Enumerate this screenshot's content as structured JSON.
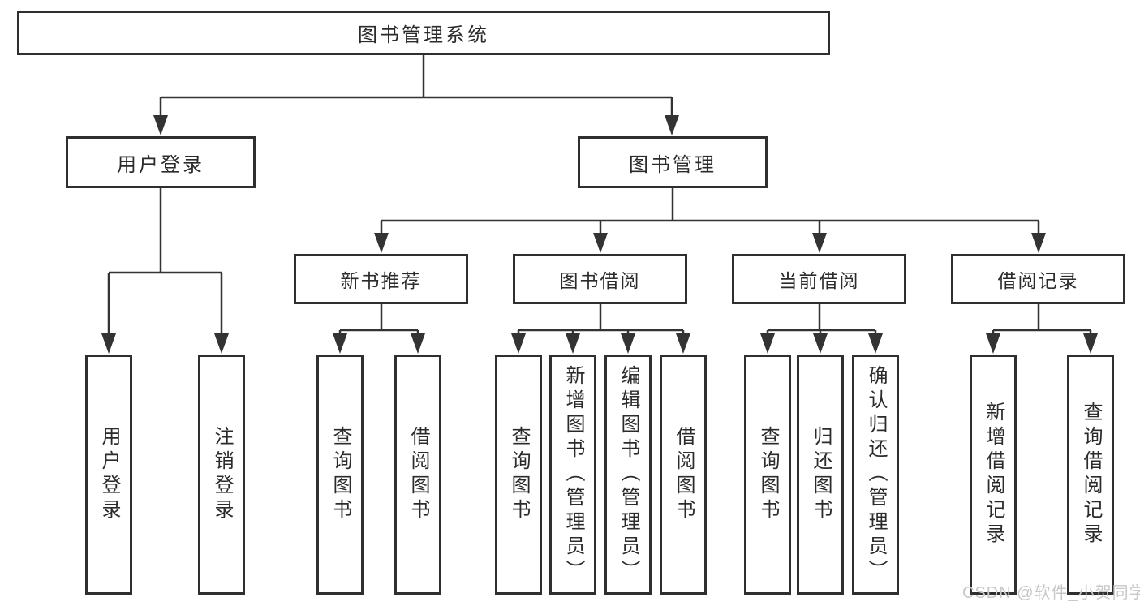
{
  "tree": {
    "root": {
      "label": "图书管理系统",
      "children": [
        {
          "label": "用户登录",
          "children": [
            {
              "label": "用户登录"
            },
            {
              "label": "注销登录"
            }
          ]
        },
        {
          "label": "图书管理",
          "children": [
            {
              "label": "新书推荐",
              "children": [
                {
                  "label": "查询图书"
                },
                {
                  "label": "借阅图书"
                }
              ]
            },
            {
              "label": "图书借阅",
              "children": [
                {
                  "label": "查询图书"
                },
                {
                  "label": "新增图书（管理员）"
                },
                {
                  "label": "编辑图书（管理员）"
                },
                {
                  "label": "借阅图书"
                }
              ]
            },
            {
              "label": "当前借阅",
              "children": [
                {
                  "label": "查询图书"
                },
                {
                  "label": "归还图书"
                },
                {
                  "label": "确认归还（管理员）"
                }
              ]
            },
            {
              "label": "借阅记录",
              "children": [
                {
                  "label": "新增借阅记录"
                },
                {
                  "label": "查询借阅记录"
                }
              ]
            }
          ]
        }
      ]
    }
  },
  "watermark": {
    "text": "CSDN @软件_小贺同学",
    "color": "#c8c8c8"
  },
  "colors": {
    "background": "#ffffff",
    "line": "#333333",
    "box_border": "#2f2f2f",
    "text": "#2b2b2b"
  }
}
